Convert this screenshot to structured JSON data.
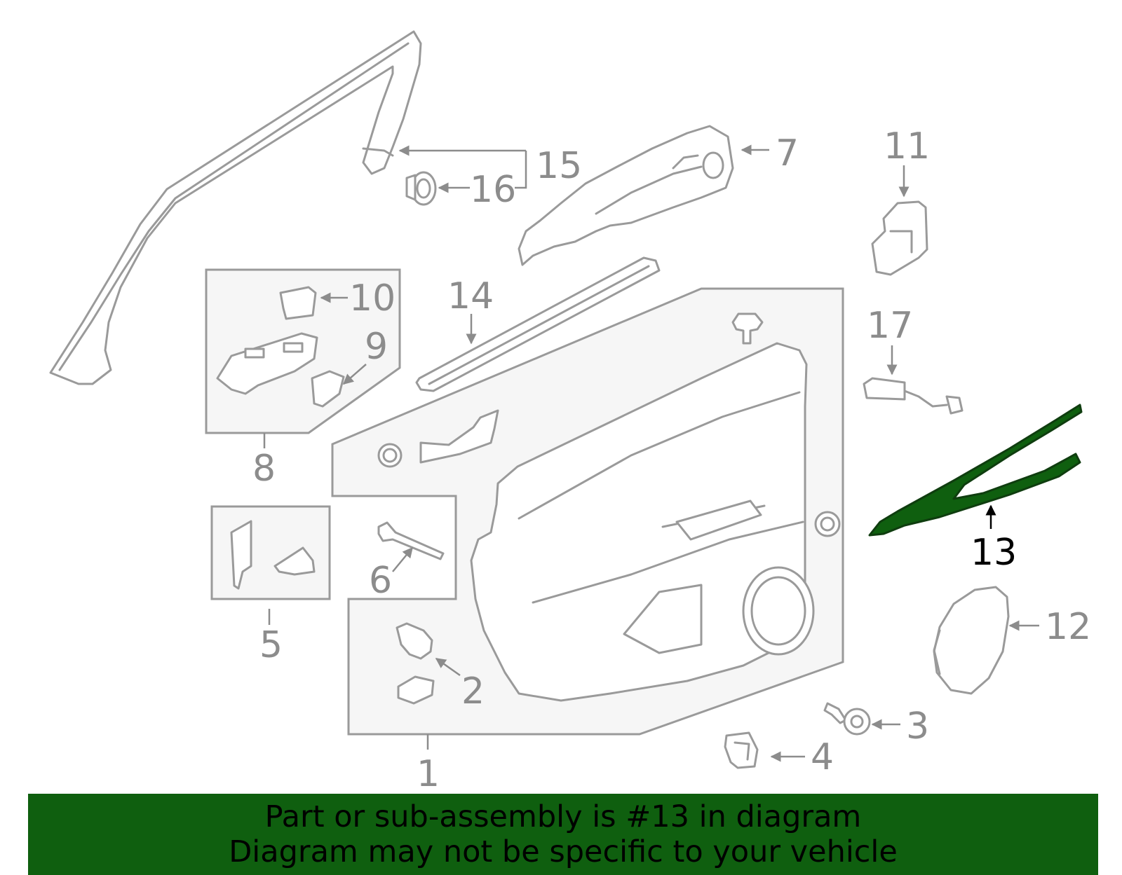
{
  "callouts": {
    "c1": "1",
    "c2": "2",
    "c3": "3",
    "c4": "4",
    "c5": "5",
    "c6": "6",
    "c7": "7",
    "c8": "8",
    "c9": "9",
    "c10": "10",
    "c11": "11",
    "c12": "12",
    "c13": "13",
    "c14": "14",
    "c15": "15",
    "c16": "16",
    "c17": "17"
  },
  "highlighted_part": "13",
  "colors": {
    "highlight": "#0f5f0f",
    "line": "#9a9a9a",
    "banner_bg": "#0f5f0f"
  },
  "banner": {
    "line1": "Part or sub-assembly is #13 in diagram",
    "line2": "Diagram may not be specific to your vehicle"
  }
}
